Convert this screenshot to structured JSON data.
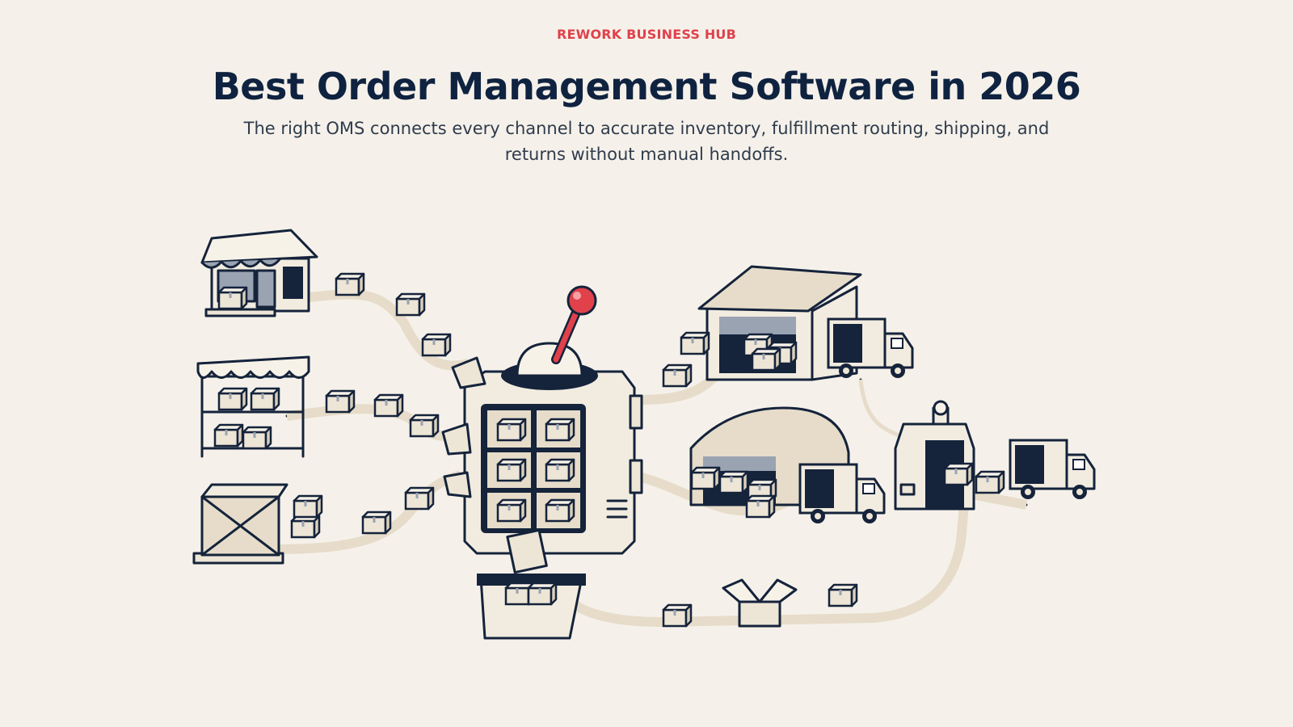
{
  "header": {
    "eyebrow": "REWORK BUSINESS HUB",
    "title": "Best Order Management Software in 2026",
    "subtitle": "The right OMS connects every channel to accurate inventory, fulfillment routing, shipping, and returns without manual handoffs."
  },
  "illustration": {
    "icons": [
      "storefront-icon",
      "market-stall-icon",
      "crate-pallet-icon",
      "oms-hub-machine-icon",
      "warehouse-icon",
      "hangar-warehouse-icon",
      "delivery-truck-icon",
      "scanner-gate-icon",
      "returns-bin-icon",
      "conveyor-belt-icon"
    ]
  },
  "colors": {
    "background": "#f5f1ea",
    "accent": "#e0414b",
    "ink": "#15233b",
    "box": "#ede5d6"
  }
}
